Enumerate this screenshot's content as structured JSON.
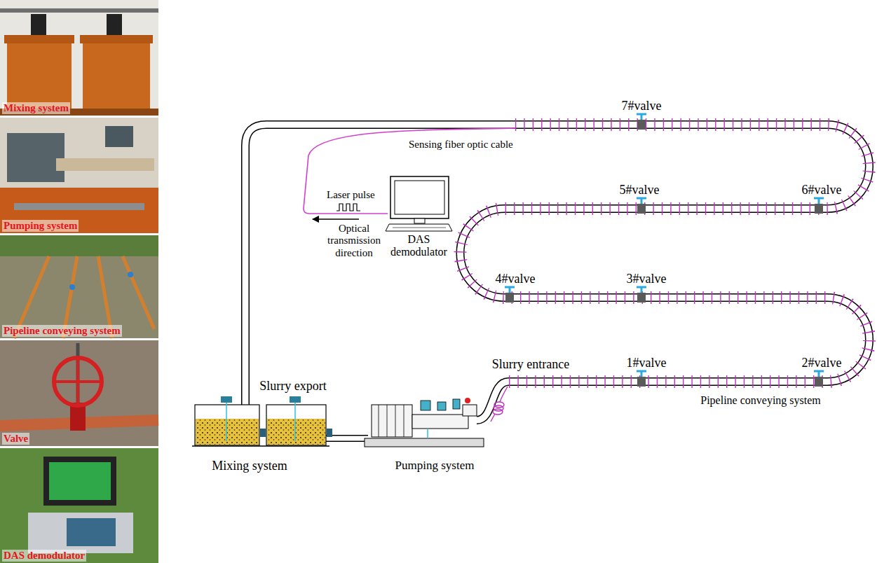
{
  "diagram": {
    "nodes": [
      {
        "text": [
          "Mixing system"
        ]
      },
      {
        "text": [
          "Pumping system"
        ]
      },
      {
        "text": [
          "Pipeline conveying system"
        ]
      },
      {
        "text": [
          "Valve"
        ]
      },
      {
        "text": [
          "DAS demodulator"
        ]
      }
    ],
    "labels": [
      "7#valve",
      "Sensing fiber optic cable",
      "5#valve",
      "6#valve",
      "Laser pulse",
      "Optical transmission direction",
      "DAS demodulator",
      "4#valve",
      "3#valve",
      "Slurry export",
      "Slurry entrance",
      "1#valve",
      "2#valve",
      "Pipeline conveying system",
      "Mixing system",
      "Pumping system"
    ]
  }
}
